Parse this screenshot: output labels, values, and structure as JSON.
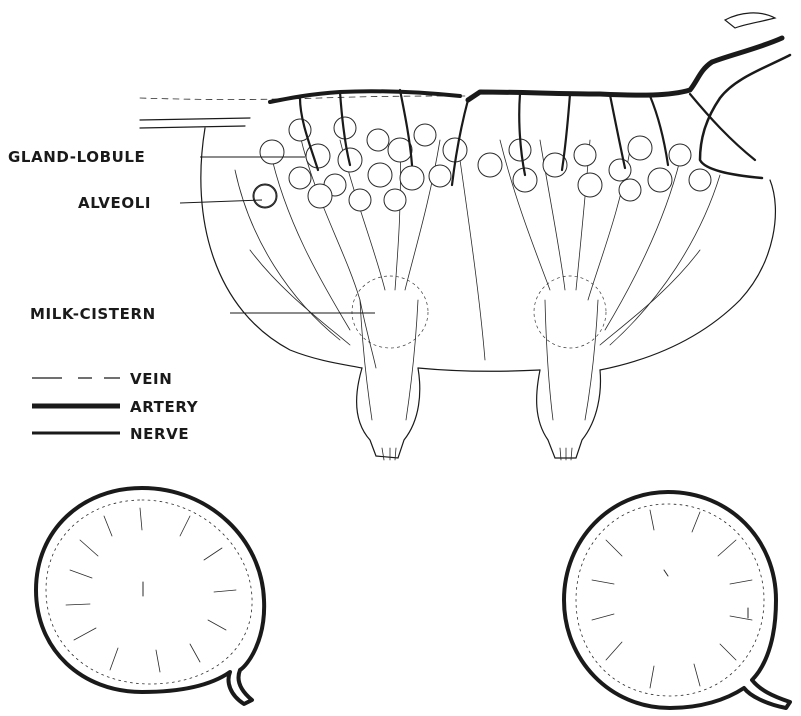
{
  "labels": {
    "gland_lobule": "GLAND-LOBULE",
    "alveoli": "ALVEOLI",
    "milk_cistern": "MILK-CISTERN"
  },
  "legend": {
    "vein": "VEIN",
    "artery": "ARTERY",
    "nerve": "NERVE"
  },
  "colors": {
    "ink": "#1a1a1a",
    "paper": "#ffffff"
  }
}
